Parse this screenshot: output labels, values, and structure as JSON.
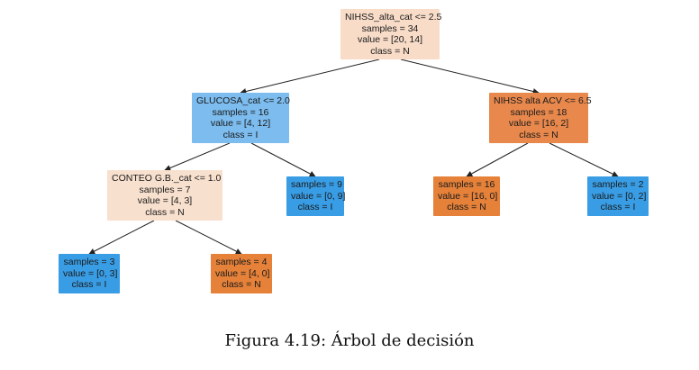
{
  "nodes": {
    "root": {
      "lines": [
        "NIHSS_alta_cat <= 2.5",
        "samples = 34",
        "value = [20, 14]",
        "class = N"
      ],
      "color": "#f8dcc8"
    },
    "left": {
      "lines": [
        "GLUCOSA_cat <= 2.0",
        "samples = 16",
        "value = [4, 12]",
        "class = I"
      ],
      "color": "#7cbcee"
    },
    "right": {
      "lines": [
        "NIHSS alta ACV <= 6.5",
        "samples = 18",
        "value = [16, 2]",
        "class = N"
      ],
      "color": "#e8884c"
    },
    "left_left": {
      "lines": [
        "CONTEO G.B._cat <= 1.0",
        "samples = 7",
        "value = [4, 3]",
        "class = N"
      ],
      "color": "#f8e0ce"
    },
    "left_right": {
      "lines": [
        "samples = 9",
        "value = [0, 9]",
        "class = I"
      ],
      "color": "#399de5"
    },
    "right_left": {
      "lines": [
        "samples = 16",
        "value = [16, 0]",
        "class = N"
      ],
      "color": "#e58139"
    },
    "right_right": {
      "lines": [
        "samples = 2",
        "value = [0, 2]",
        "class = I"
      ],
      "color": "#399de5"
    },
    "ll_left": {
      "lines": [
        "samples = 3",
        "value = [0, 3]",
        "class = I"
      ],
      "color": "#399de5"
    },
    "ll_right": {
      "lines": [
        "samples = 4",
        "value = [4, 0]",
        "class = N"
      ],
      "color": "#e58139"
    }
  },
  "caption": "Figura 4.19: Árbol de decisión"
}
